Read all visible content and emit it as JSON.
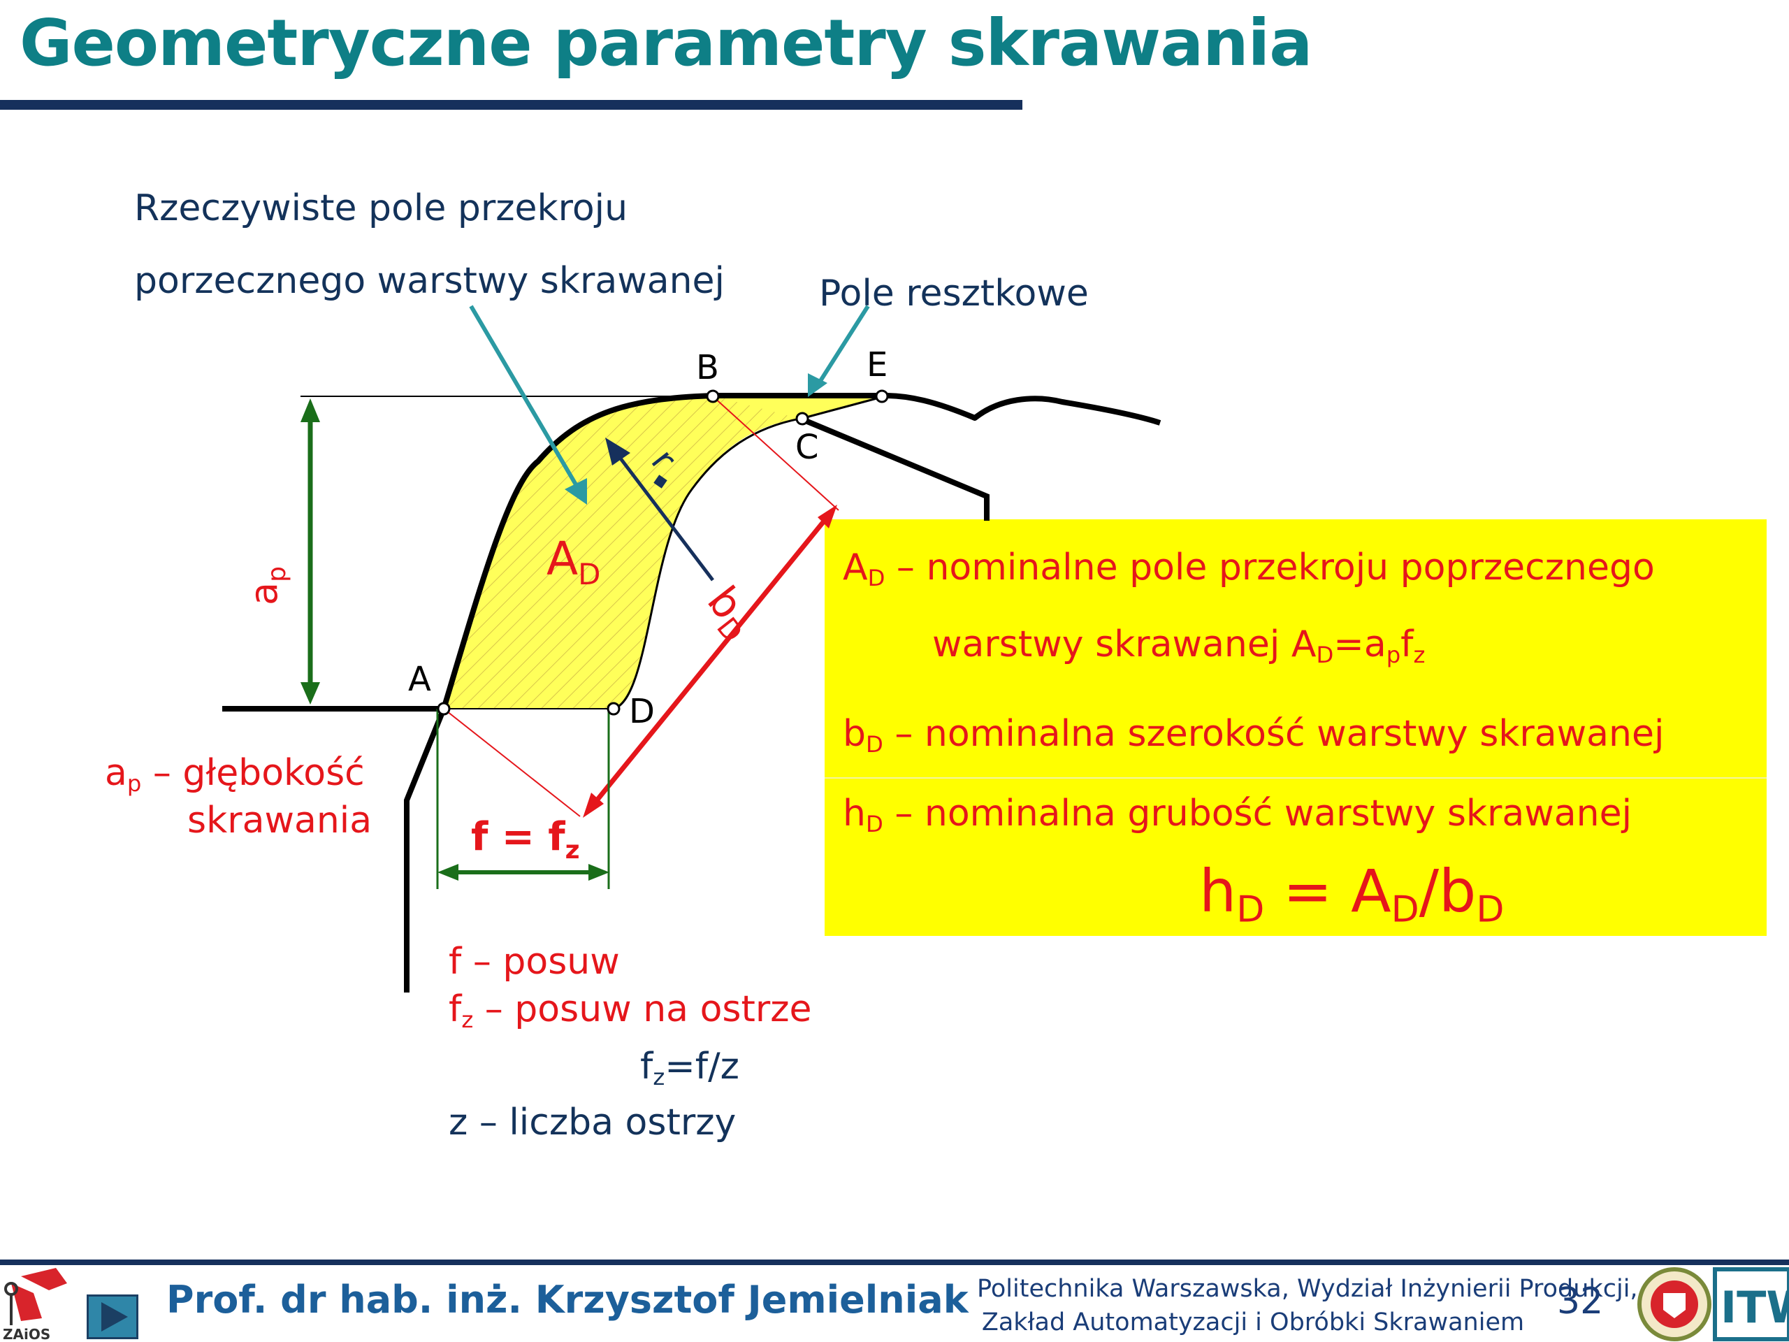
{
  "title": "Geometryczne parametry skrawania",
  "callouts": {
    "area_line1": "Rzeczywiste pole przekroju",
    "area_line2": "porzecznego warstwy skrawanej",
    "residual": "Pole resztkowe"
  },
  "points": {
    "a": "A",
    "b": "B",
    "c": "C",
    "d": "D",
    "e": "E"
  },
  "diagram_labels": {
    "ad_main": "A",
    "ad_sub": "D",
    "bd_main": "b",
    "bd_sub": "D",
    "r_main": "r",
    "ap_main": "a",
    "ap_sub": "p",
    "feed_main": "f = f",
    "feed_sub": "z"
  },
  "ap_definition": {
    "sym": "a",
    "sub": "p",
    "text": " – głębokość",
    "line2": "skrawania"
  },
  "feed_definitions": {
    "f_line": "f – posuw",
    "fz_sym": "f",
    "fz_sub": "z",
    "fz_text": " – posuw na ostrze",
    "formula_sym": "f",
    "formula_sub": "z",
    "formula_rest": "=f/z",
    "z_line": "z – liczba ostrzy"
  },
  "box": {
    "ad_sym": "A",
    "ad_sub": "D",
    "ad_text": " – nominalne pole przekroju poprzecznego",
    "ad_line2_text": "warstwy skrawanej ",
    "ad_formula_a": "A",
    "ad_formula_a_sub": "D",
    "ad_formula_eq": "=a",
    "ad_formula_p_sub": "p",
    "ad_formula_f": "f",
    "ad_formula_z_sub": "z",
    "bd_sym": "b",
    "bd_sub": "D",
    "bd_text": " – nominalna szerokość warstwy skrawanej",
    "hd_sym": "h",
    "hd_sub": "D",
    "hd_text": " – nominalna grubość warstwy skrawanej",
    "formula_h": "h",
    "formula_h_sub": "D",
    "formula_eq": " = A",
    "formula_a_sub": "D",
    "formula_slash": "/b",
    "formula_b_sub": "D"
  },
  "footer": {
    "logo_left_text": "ZAiOS",
    "author": "Prof. dr hab. inż. Krzysztof Jemielniak",
    "institution_line1": "Politechnika Warszawska, Wydział Inżynierii Produkcji,",
    "institution_line2": "Zakład Automatyzacji i Obróbki Skrawaniem",
    "page_number": "32",
    "logo_right_text": "ITW"
  },
  "colors": {
    "title": "#0e7f86",
    "rule": "#16305c",
    "definition_red": "#e5161b",
    "dim_green": "#1a6e1a",
    "chip_yellow": "#ffff5a",
    "box_yellow": "#ffff00",
    "callout_teal": "#2b9aa3"
  }
}
